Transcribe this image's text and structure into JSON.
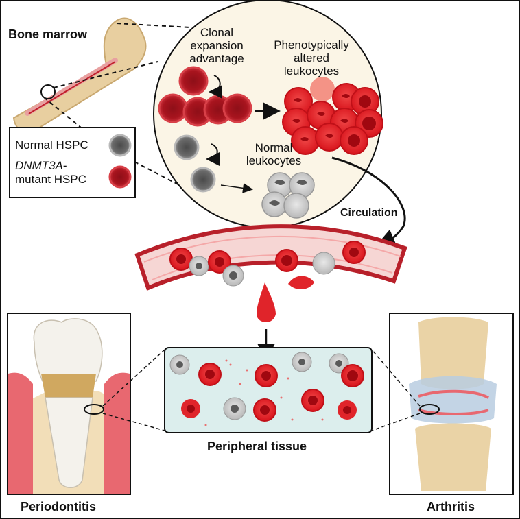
{
  "labels": {
    "bone_marrow": "Bone marrow",
    "clonal_line1": "Clonal",
    "clonal_line2": "expansion",
    "clonal_line3": "advantage",
    "pheno_line1": "Phenotypically",
    "pheno_line2": "altered",
    "pheno_line3": "leukocytes",
    "normal_leuk_line1": "Normal",
    "normal_leuk_line2": "leukocytes",
    "circulation": "Circulation",
    "peripheral_tissue": "Peripheral tissue",
    "periodontitis": "Periodontitis",
    "arthritis": "Arthritis"
  },
  "legend": {
    "normal_hspc": "Normal HSPC",
    "mutant_gene": "DNMT3A",
    "mutant_dash": "-",
    "mutant_hspc": "mutant HSPC"
  },
  "colors": {
    "mutant_red": "#b8202a",
    "altered_red": "#e0242a",
    "normal_gray": "#8a8a8a",
    "vessel_pink": "#f6d6d4",
    "tissue_teal": "#dceeed",
    "bone_tan": "#e8cfa0"
  }
}
